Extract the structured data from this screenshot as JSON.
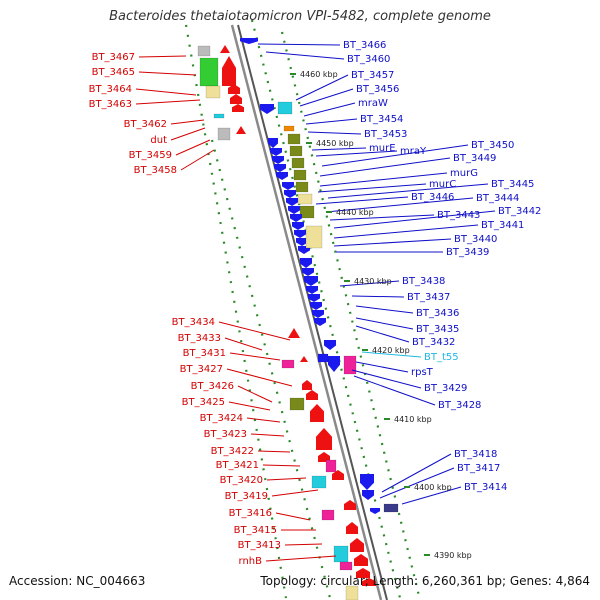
{
  "title": "Bacteroides thetaiotaomicron VPI-5482, complete genome",
  "footer": {
    "accession": "Accession: NC_004663",
    "summary": "Topology: circular; Length: 6,260,361 bp; Genes: 4,864"
  },
  "colors": {
    "label_reverse": "#d40000",
    "label_forward": "#1010c8",
    "label_rna": "#20b8e0",
    "backbone": "#8a8a8a",
    "ring_dots": "#2a8a2a",
    "gene_red": "#ee1111",
    "gene_blue": "#1a1aee",
    "gene_olive": "#7a8a1a",
    "gene_green": "#33cc33",
    "gene_khaki": "#eee099",
    "gene_cyan": "#22ccdd",
    "gene_magenta": "#ee2299",
    "gene_gray": "#bbbbbb",
    "gene_orange": "#ee8800"
  },
  "kbp_ticks": [
    "4460 kbp",
    "4450 kbp",
    "4440 kbp",
    "4430 kbp",
    "4420 kbp",
    "4410 kbp",
    "4400 kbp",
    "4390 kbp"
  ],
  "genes_left": [
    "BT_3467",
    "BT_3465",
    "BT_3464",
    "BT_3463",
    "BT_3462",
    "dut",
    "BT_3459",
    "BT_3458",
    "BT_3434",
    "BT_3433",
    "BT_3431",
    "BT_3427",
    "BT_3426",
    "BT_3425",
    "BT_3424",
    "BT_3423",
    "BT_3422",
    "BT_3421",
    "BT_3420",
    "BT_3419",
    "BT_3416",
    "BT_3415",
    "BT_3413",
    "rnhB"
  ],
  "genes_right": [
    "BT_3466",
    "BT_3460",
    "BT_3457",
    "BT_3456",
    "mraW",
    "BT_3454",
    "BT_3453",
    "murE",
    "mraY",
    "BT_3450",
    "BT_3449",
    "murG",
    "murC",
    "BT_3446",
    "BT_3445",
    "BT_3444",
    "BT_3443",
    "BT_3442",
    "BT_3441",
    "BT_3440",
    "BT_3439",
    "BT_3438",
    "BT_3437",
    "BT_3436",
    "BT_3435",
    "BT_3432",
    "BT_t55",
    "rpsT",
    "BT_3429",
    "BT_3428",
    "BT_3418",
    "BT_3417",
    "BT_3414"
  ],
  "rna_genes": [
    "BT_t55"
  ]
}
